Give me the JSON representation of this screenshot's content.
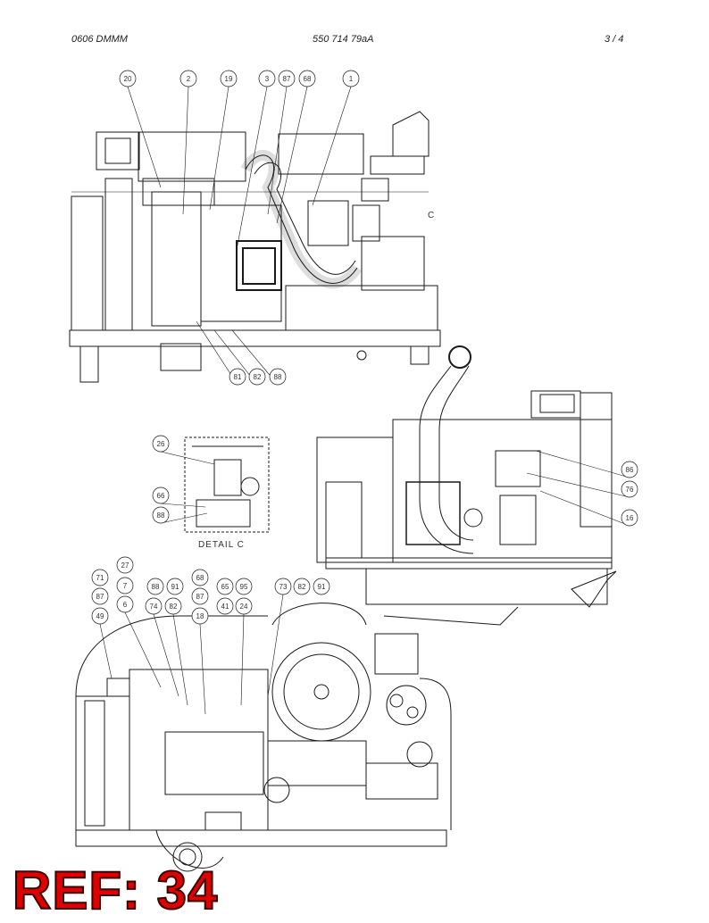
{
  "header": {
    "left": "0606 DMMM",
    "center": "550 714 79aA",
    "page": "3 /   4"
  },
  "detail_label": "DETAIL C",
  "c_label": "C",
  "ref_stamp": "REF: 34",
  "balloons": {
    "top": [
      "20",
      "2",
      "19",
      "3",
      "87",
      "68",
      "1"
    ],
    "top_bottom": [
      "81",
      "82",
      "88"
    ],
    "detail": [
      "26",
      "66",
      "88"
    ],
    "right": [
      "86",
      "76",
      "16"
    ],
    "lower": [
      "27",
      "71",
      "7",
      "88",
      "91",
      "68",
      "87",
      "6",
      "74",
      "82",
      "87",
      "65",
      "95",
      "73",
      "82",
      "91",
      "41",
      "24",
      "49",
      "18"
    ]
  },
  "colors": {
    "line": "#1a1a1a",
    "ref": "#e00000"
  }
}
